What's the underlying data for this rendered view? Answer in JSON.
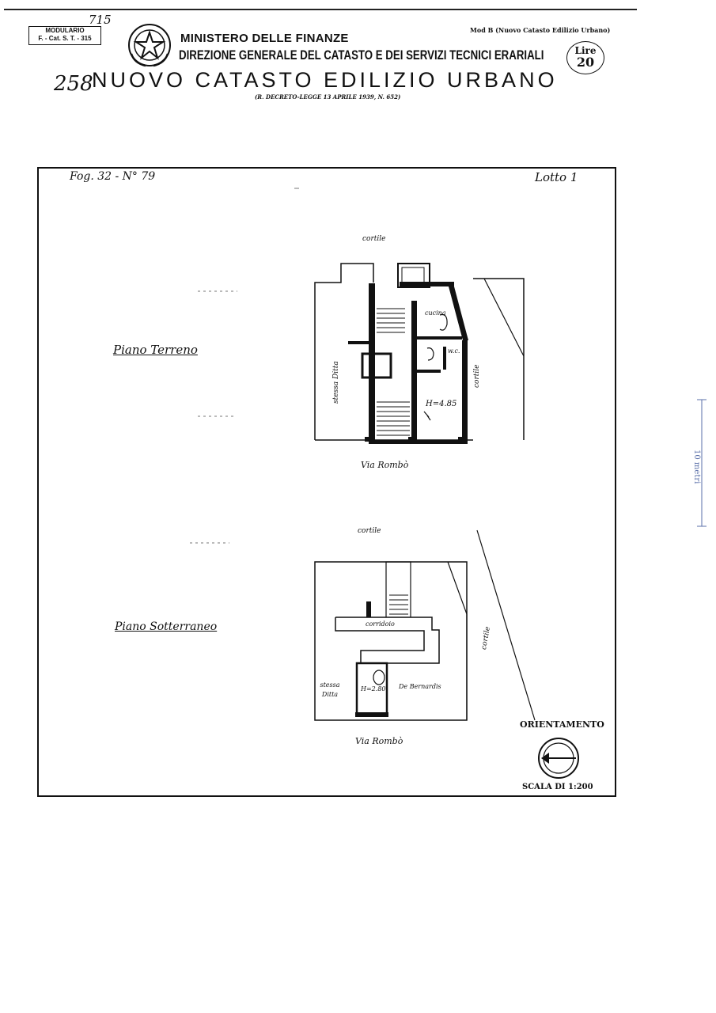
{
  "header": {
    "modulario_line1": "MODULARIO",
    "modulario_line2": "F. - Cat. S. T. - 315",
    "hand_number_top": "715",
    "ministero": "MINISTERO DELLE FINANZE",
    "direzione": "DIREZIONE GENERALE DEL CATASTO E DEI SERVIZI TECNICI ERARIALI",
    "title": "NUOVO CATASTO EDILIZIO URBANO",
    "decreto": "(R. DECRETO-LEGGE 13 APRILE 1939, N. 652)",
    "modello": "Mod B (Nuovo Catasto Edilizio Urbano)",
    "lire_label": "Lire",
    "lire_value": "20",
    "hand_number_left": "258"
  },
  "sheet": {
    "foglio": "Fog. 32 - N° 79",
    "lotto": "Lotto 1"
  },
  "ground_floor": {
    "label": "Piano Terreno",
    "cortile_top": "cortile",
    "cortile_right": "cortile",
    "stessa_ditta": "stessa Ditta",
    "cucina": "cucina",
    "wc": "w.c.",
    "height": "H=4.85",
    "street": "Via Rombò"
  },
  "basement": {
    "label": "Piano Sotterraneo",
    "cortile_top": "cortile",
    "cortile_right": "cortile",
    "corridoio": "corridoio",
    "stessa_ditta": "stessa Ditta",
    "owner": "De Bernardis",
    "height": "H=2.80",
    "street": "Via Rombò"
  },
  "orientamento": "ORIENTAMENTO",
  "scala": "SCALA DI 1:200",
  "side_scale": "10 metri"
}
